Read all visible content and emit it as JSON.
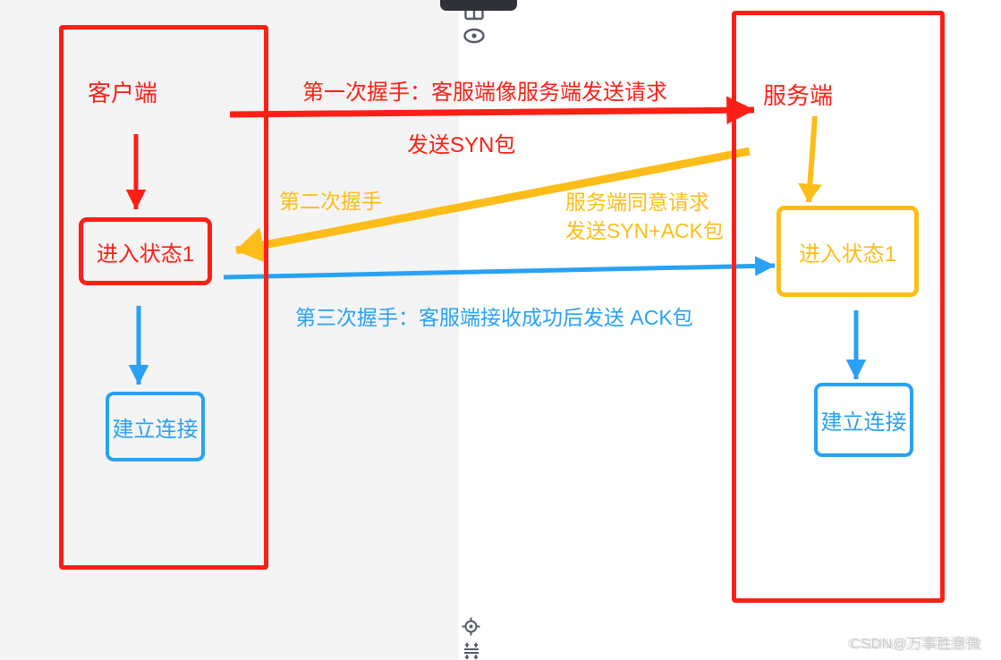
{
  "colors": {
    "red": "#fb2016",
    "yellow": "#fdbd19",
    "blue": "#29a1f5",
    "background_left": "#f4f4f4",
    "background_right": "#ffffff",
    "toolbar_dark": "#303237",
    "chrome_icon_gray": "#565b68",
    "watermark_gray": "#cccccc"
  },
  "diagram": {
    "client_box": {
      "title": "客户端"
    },
    "server_box": {
      "title": "服务端"
    },
    "client_state": {
      "label": "进入状态1"
    },
    "server_state": {
      "label": "进入状态1"
    },
    "client_connect": {
      "label": "建立连接"
    },
    "server_connect": {
      "label": "建立连接"
    },
    "handshake1": {
      "title": "第一次握手：客服端像服务端发送请求",
      "subtitle": "发送SYN包"
    },
    "handshake2": {
      "title": "第二次握手",
      "line1": "服务端同意请求",
      "line2": "发送SYN+ACK包"
    },
    "handshake3": {
      "title": "第三次握手：客服端接收成功后发送 ACK包"
    }
  },
  "chrome": {
    "top_icons": [
      "columns-icon",
      "eye-icon"
    ],
    "bottom_icons": [
      "locate-icon",
      "fit-view-icon"
    ]
  },
  "watermark": {
    "text": "CSDN@万事胜意微"
  }
}
